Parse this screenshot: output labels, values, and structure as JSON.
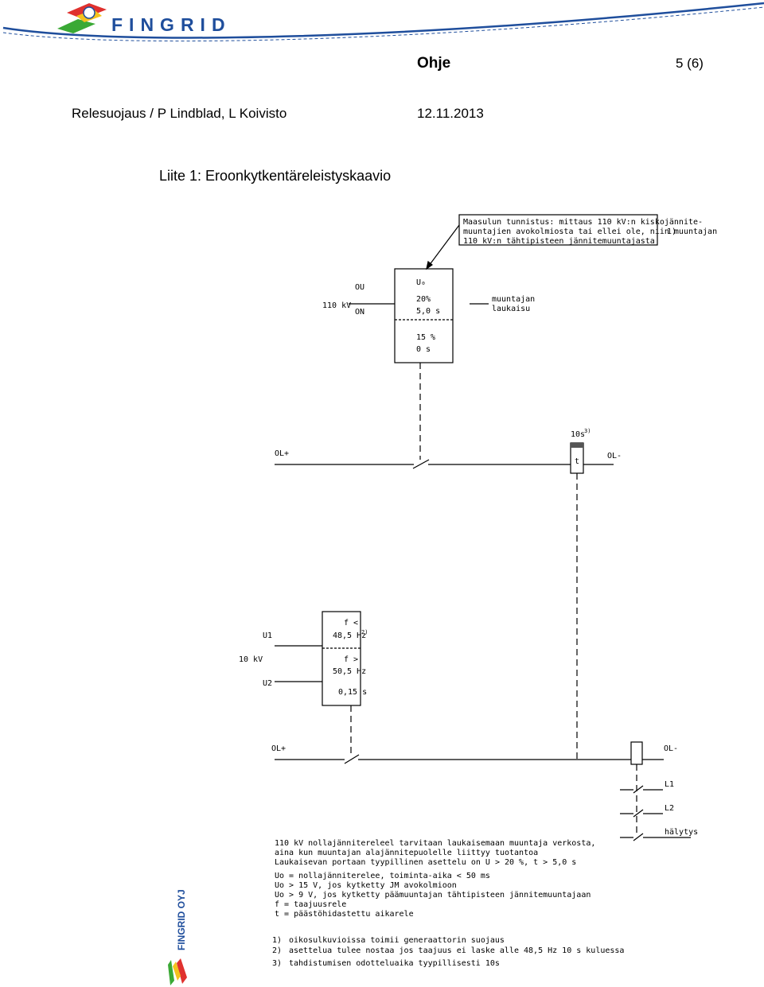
{
  "header": {
    "brand": "FINGRID",
    "doc_type": "Ohje",
    "page": "5 (6)",
    "author": "Relesuojaus / P Lindblad, L Koivisto",
    "date": "12.11.2013"
  },
  "caption": "Liite 1: Eroonkytkentäreleistyskaavio",
  "diagram": {
    "note_box": [
      "Maasulun tunnistus: mittaus 110 kV:n kiskojännite-",
      "muuntajien avokolmiosta tai ellei ole, niin muuntajan",
      "110 kV:n tähtipisteen jännitemuuntajasta"
    ],
    "note_ref": "1)",
    "r1": {
      "voltage": "110 kV",
      "in_top": "OU",
      "in_bottom": "ON",
      "title": "U₀",
      "set1_value": "20%",
      "set1_time": "5,0 s",
      "set2_value": "15 %",
      "set2_time": "0 s",
      "output": [
        "muuntajan",
        "laukaisu"
      ]
    },
    "circuit1": {
      "ol_plus": "OL+",
      "ol_minus": "OL-",
      "timer": "10s",
      "timer_ref": "3)",
      "timer_symbol": "t"
    },
    "r2": {
      "voltage": "10 kV",
      "in_top": "U1",
      "in_bottom": "U2",
      "under_f": "f <",
      "under_value": "48,5 Hz",
      "under_ref": "2)",
      "over_f": "f >",
      "over_value": "50,5 Hz",
      "over_time": "0,15 s"
    },
    "circuit2": {
      "ol_plus": "OL+",
      "ol_minus": "OL-",
      "outputs": [
        "L1",
        "L2",
        "hälytys"
      ]
    },
    "notes_block1": [
      "110 kV nollajännitereleel tarvitaan laukaisemaan muuntaja verkosta,",
      "aina kun muuntajan alajännitepuolelle liittyy tuotantoa",
      "Laukaisevan portaan tyypillinen asettelu on U > 20 %, t > 5,0 s"
    ],
    "notes_block2": [
      "Uo = nollajännitereleе, toiminta-aika < 50 ms",
      "Uo > 15 V, jos kytketty JM avokolmioon",
      "Uo > 9 V, jos kytketty päämuuntajan tähtipisteen jännitemuuntajaan",
      "f = taajuusrele",
      "t = päästöhidastettu aikarele"
    ],
    "footnotes": [
      {
        "num": "1)",
        "text": "oikosulkuvioissa toimii generaattorin suojaus"
      },
      {
        "num": "2)",
        "text": "asettelua tulee nostaa jos taajuus ei laske alle 48,5 Hz 10 s kuluessa"
      },
      {
        "num": "3)",
        "text": "tahdistumisen odotteluaika tyypillisesti 10s"
      }
    ]
  },
  "footer_logo": "FINGRID OYJ",
  "colors": {
    "brand_blue": "#1f4e9c",
    "logo_red": "#e0312e",
    "logo_yellow": "#f4c21d",
    "logo_green": "#3aa935"
  }
}
